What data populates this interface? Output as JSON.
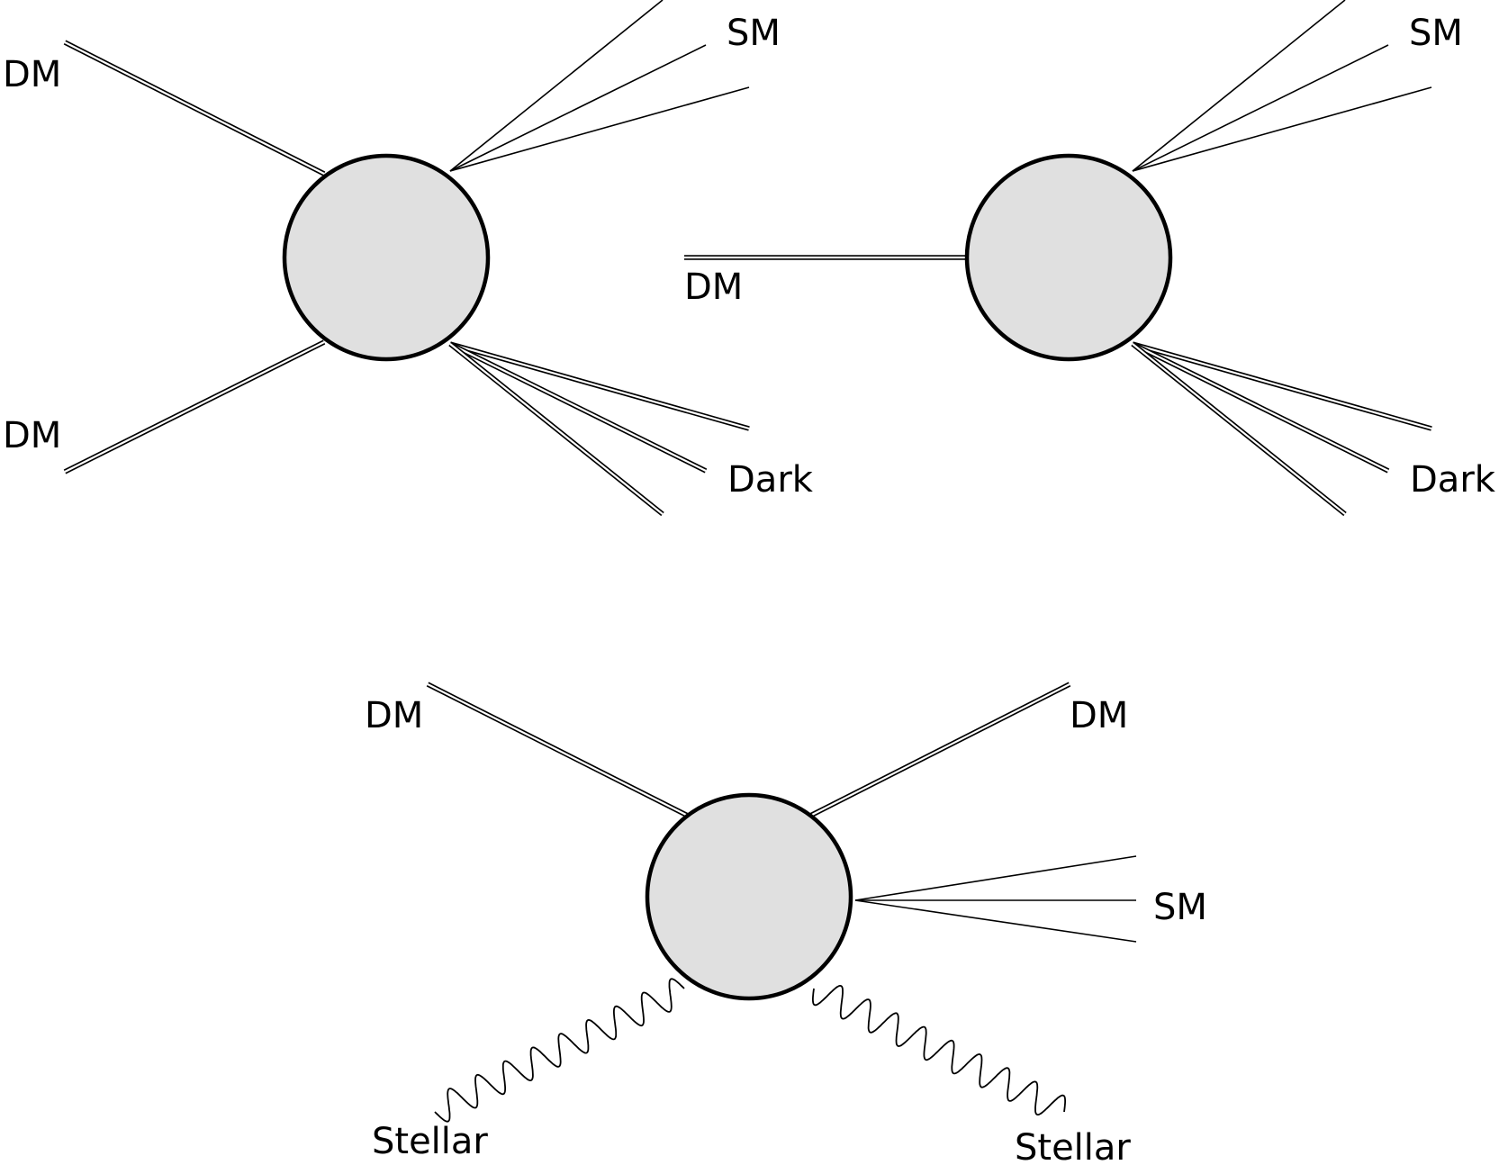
{
  "diagrams": {
    "top_left": {
      "dm_upper": "DM",
      "dm_lower": "DM",
      "sm": "SM",
      "dark": "Dark"
    },
    "top_right": {
      "dm": "DM",
      "sm": "SM",
      "dark": "Dark"
    },
    "bottom": {
      "dm_left": "DM",
      "dm_right": "DM",
      "sm": "SM",
      "stellar_left": "Stellar",
      "stellar_right": "Stellar"
    }
  },
  "colors": {
    "blob_fill": "#e0e0e0",
    "line": "#000000",
    "background": "#ffffff"
  }
}
